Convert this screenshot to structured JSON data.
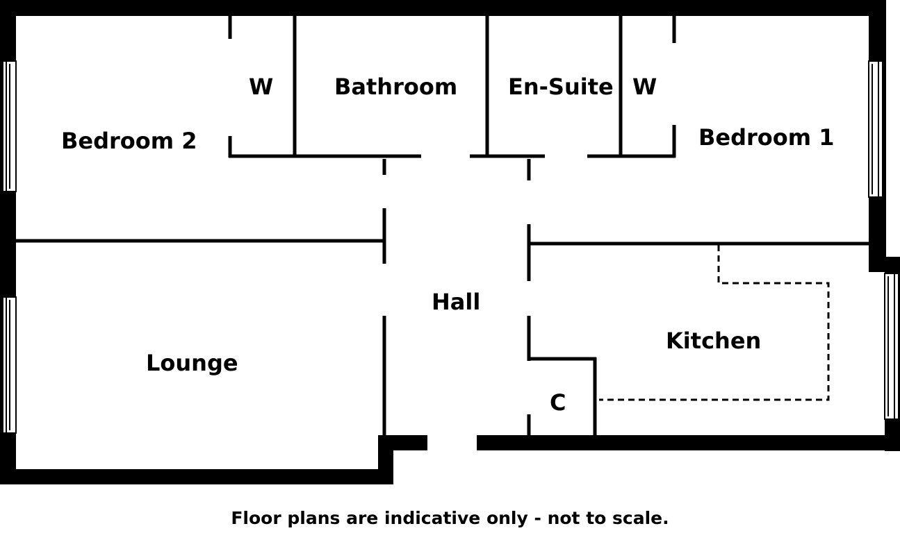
{
  "rooms": {
    "bedroom2": "Bedroom 2",
    "wardrobe_left": "W",
    "bathroom": "Bathroom",
    "ensuite": "En-Suite",
    "wardrobe_right": "W",
    "bedroom1": "Bedroom 1",
    "hall": "Hall",
    "lounge": "Lounge",
    "kitchen": "Kitchen",
    "cupboard": "C"
  },
  "disclaimer": "Floor plans are indicative only - not to scale.",
  "colors": {
    "wall": "#000000",
    "background": "#ffffff"
  }
}
